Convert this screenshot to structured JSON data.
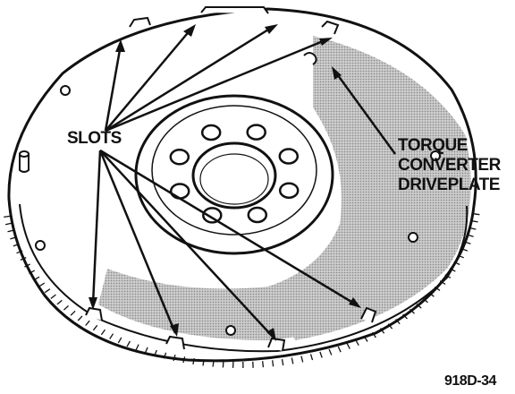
{
  "labels": {
    "slots": "SLOTS",
    "torque_converter_driveplate": [
      "TORQUE",
      "CONVERTER",
      "DRIVEPLATE"
    ],
    "figure_code": "918D-34"
  },
  "colors": {
    "ink": "#111111",
    "shading": "#b9b9b9",
    "background": "#ffffff"
  }
}
